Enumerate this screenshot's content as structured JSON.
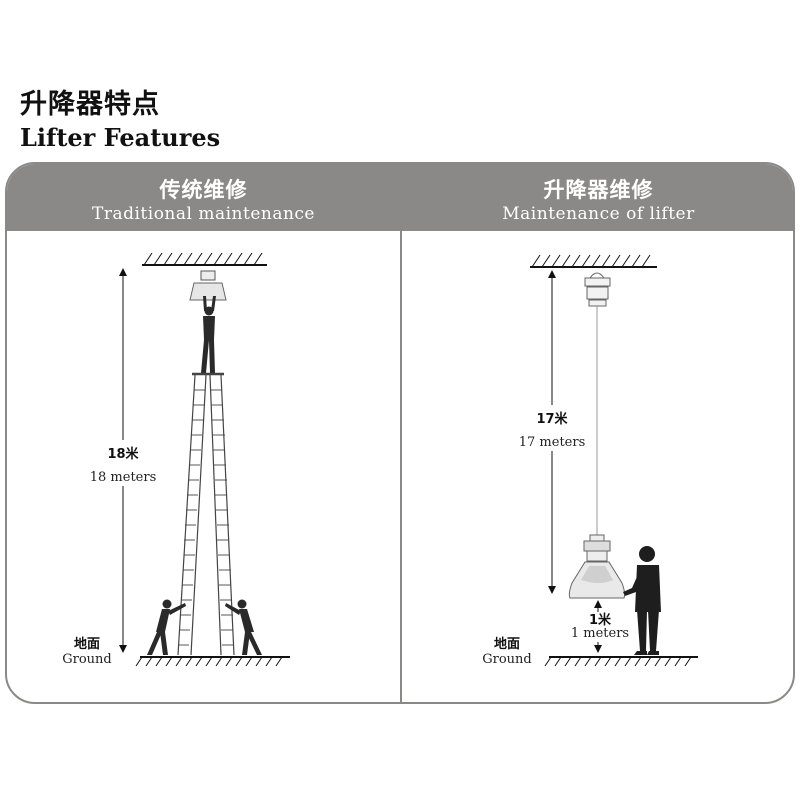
{
  "title": {
    "cn": "升降器特点",
    "en": "Lifter Features"
  },
  "panels": {
    "left": {
      "heading_cn": "传统维修",
      "heading_en": "Traditional maintenance",
      "height_cn": "18米",
      "height_en": "18 meters",
      "ground_cn": "地面",
      "ground_en": "Ground"
    },
    "right": {
      "heading_cn": "升降器维修",
      "heading_en": "Maintenance of lifter",
      "height_cn": "17米",
      "height_en": "17 meters",
      "low_cn": "1米",
      "low_en": "1 meters",
      "ground_cn": "地面",
      "ground_en": "Ground"
    }
  },
  "colors": {
    "header": "#8a8987",
    "header_text": "#ffffff",
    "ink": "#111111"
  }
}
